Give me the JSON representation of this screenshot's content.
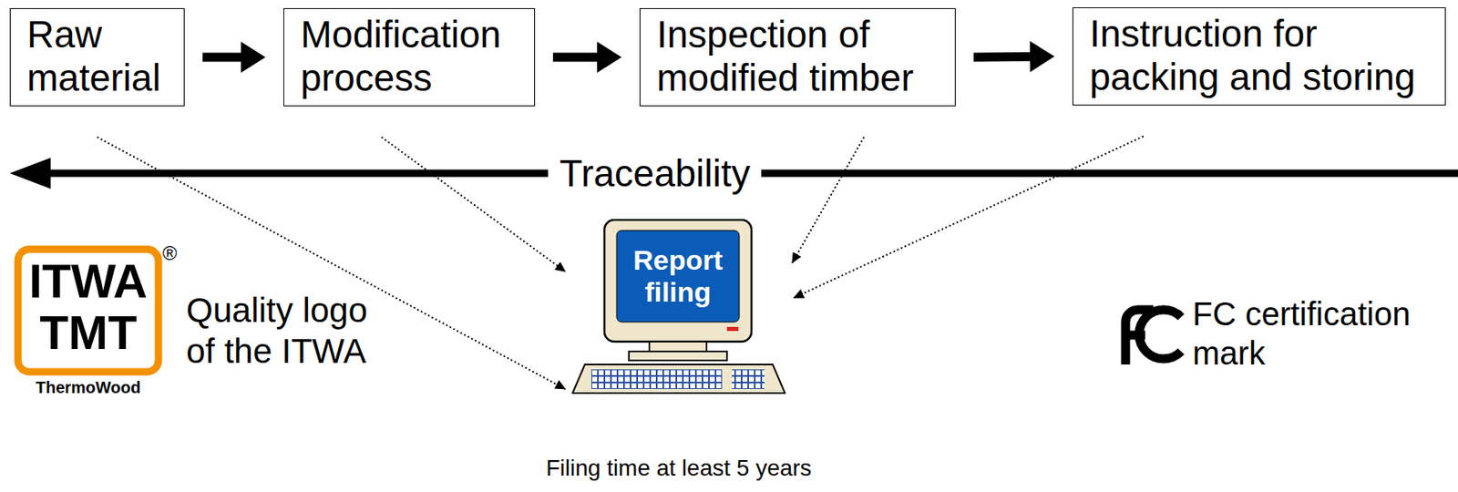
{
  "diagram": {
    "nodes": [
      {
        "text": [
          "Raw material"
        ]
      },
      {
        "text": [
          "Modification process"
        ]
      },
      {
        "text": [
          "Inspection of modified timber"
        ]
      },
      {
        "text": [
          "Instruction for packing and storing"
        ]
      },
      {
        "text": [
          "Report filing",
          "Filing time at least 5 years"
        ]
      }
    ],
    "edges": [
      {
        "from": 0,
        "to": 1,
        "arrow": "to"
      },
      {
        "from": 1,
        "to": 2,
        "arrow": "to"
      },
      {
        "from": 2,
        "to": 3,
        "arrow": "to"
      },
      {
        "from": 0,
        "to": 4,
        "arrow": "to"
      },
      {
        "from": 1,
        "to": 4,
        "arrow": "to"
      },
      {
        "from": 2,
        "to": 4,
        "arrow": "to"
      },
      {
        "from": 3,
        "to": 4,
        "arrow": "to"
      }
    ],
    "labels": [
      "Traceability",
      "ITWA",
      "TMT",
      "®",
      "ThermoWood",
      "Quality logo of the ITWA",
      "FC certification mark"
    ]
  }
}
